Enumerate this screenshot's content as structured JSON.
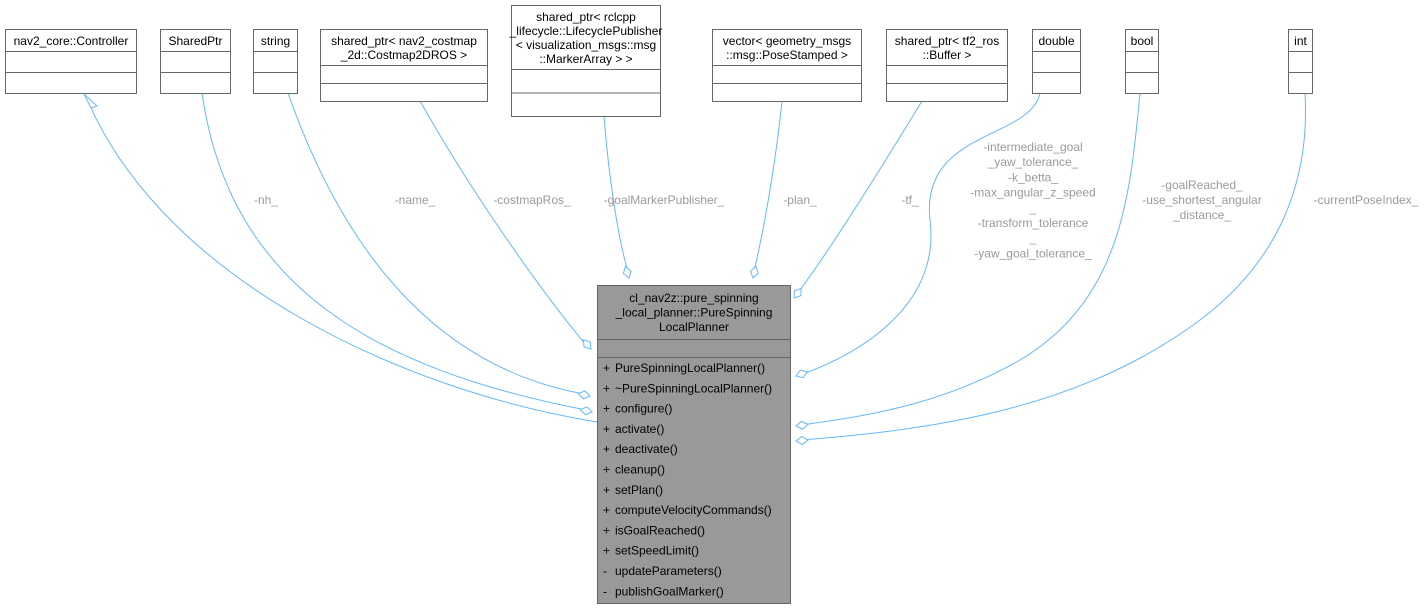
{
  "classes": [
    {
      "key": "controller",
      "lines": [
        "nav2_core::Controller"
      ]
    },
    {
      "key": "sharedptr",
      "lines": [
        "SharedPtr"
      ]
    },
    {
      "key": "string",
      "lines": [
        "string"
      ]
    },
    {
      "key": "costmap",
      "lines": [
        "shared_ptr< nav2_costmap",
        "_2d::Costmap2DROS >"
      ]
    },
    {
      "key": "publisher",
      "lines": [
        "shared_ptr< rclcpp",
        "_lifecycle::LifecyclePublisher",
        "< visualization_msgs::msg",
        "::MarkerArray > >"
      ]
    },
    {
      "key": "vector",
      "lines": [
        "vector< geometry_msgs",
        "::msg::PoseStamped >"
      ]
    },
    {
      "key": "tfbuffer",
      "lines": [
        "shared_ptr< tf2_ros",
        "::Buffer >"
      ]
    },
    {
      "key": "double",
      "lines": [
        "double"
      ]
    },
    {
      "key": "bool",
      "lines": [
        "bool"
      ]
    },
    {
      "key": "int",
      "lines": [
        "int"
      ]
    }
  ],
  "main_class": {
    "title": [
      "cl_nav2z::pure_spinning",
      "_local_planner::PureSpinning",
      "LocalPlanner"
    ],
    "methods": [
      {
        "vis": "+",
        "name": "PureSpinningLocalPlanner()"
      },
      {
        "vis": "+",
        "name": "~PureSpinningLocalPlanner()"
      },
      {
        "vis": "+",
        "name": "configure()"
      },
      {
        "vis": "+",
        "name": "activate()"
      },
      {
        "vis": "+",
        "name": "deactivate()"
      },
      {
        "vis": "+",
        "name": "cleanup()"
      },
      {
        "vis": "+",
        "name": "setPlan()"
      },
      {
        "vis": "+",
        "name": "computeVelocityCommands()"
      },
      {
        "vis": "+",
        "name": "isGoalReached()"
      },
      {
        "vis": "+",
        "name": "setSpeedLimit()"
      },
      {
        "vis": "-",
        "name": "updateParameters()"
      },
      {
        "vis": "-",
        "name": "publishGoalMarker()"
      }
    ]
  },
  "edge_labels": [
    {
      "key": "nh",
      "lines": [
        "-nh_"
      ]
    },
    {
      "key": "name",
      "lines": [
        "-name_"
      ]
    },
    {
      "key": "costmap",
      "lines": [
        "-costmapRos_"
      ]
    },
    {
      "key": "publisher",
      "lines": [
        "-goalMarkerPublisher_"
      ]
    },
    {
      "key": "plan",
      "lines": [
        "-plan_"
      ]
    },
    {
      "key": "tf",
      "lines": [
        "-tf_"
      ]
    },
    {
      "key": "double",
      "lines": [
        "-intermediate_goal",
        "_yaw_tolerance_",
        "-k_betta_",
        "-max_angular_z_speed",
        "_",
        "-transform_tolerance",
        "_",
        "-yaw_goal_tolerance_"
      ]
    },
    {
      "key": "bool",
      "lines": [
        "-goalReached_",
        "-use_shortest_angular",
        "_distance_"
      ]
    },
    {
      "key": "int",
      "lines": [
        "-currentPoseIndex_"
      ]
    }
  ],
  "colors": {
    "edge": "#63b8ff",
    "main_fill": "#999999",
    "box_border": "#666666",
    "label": "#9a9a9a"
  }
}
